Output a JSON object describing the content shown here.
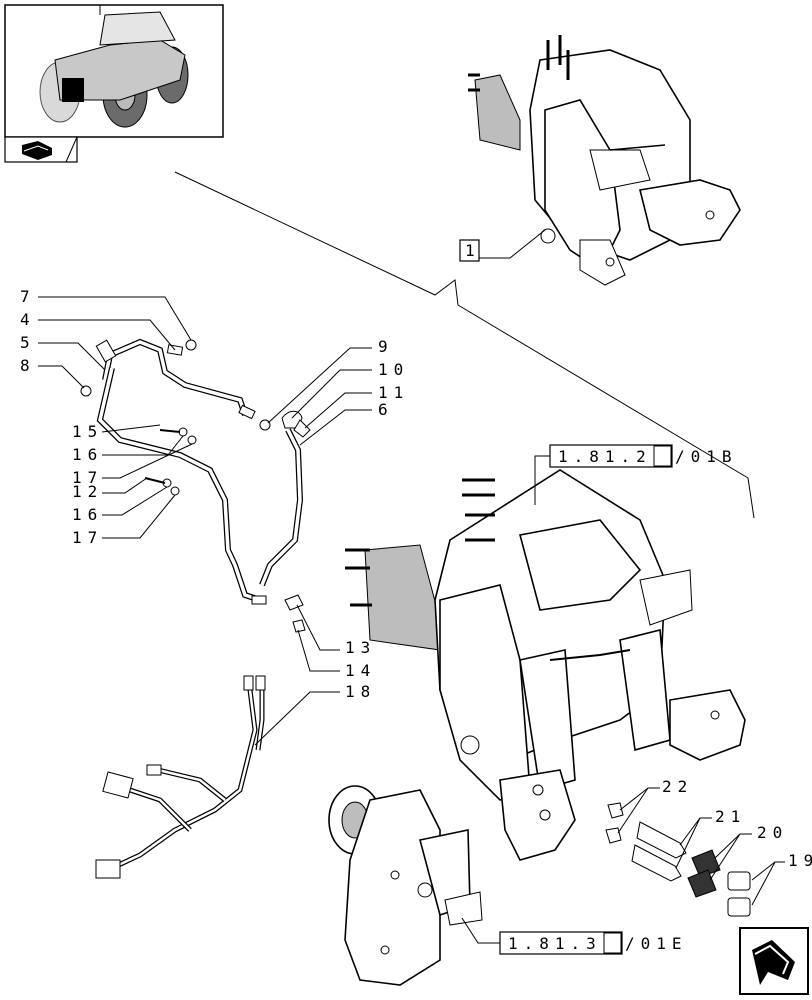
{
  "callouts": {
    "c1": "1",
    "c4": "4",
    "c5": "5",
    "c6": "6",
    "c7": "7",
    "c8": "8",
    "c9": "9",
    "c10": "10",
    "c11": "11",
    "c12": "12",
    "c13": "13",
    "c14": "14",
    "c15": "15",
    "c16a": "16",
    "c16b": "16",
    "c17a": "17",
    "c17b": "17",
    "c18": "18",
    "c19": "19",
    "c20": "20",
    "c21": "21",
    "c22": "22"
  },
  "references": {
    "ref_top_a": "1.81.2",
    "ref_top_b": "/01B",
    "ref_bottom_a": "1.81.3",
    "ref_bottom_b": "/01E"
  },
  "icons": {
    "thumbnail": "tractor-thumbnail-icon",
    "book": "book-icon",
    "next_page": "next-page-arrow-icon"
  }
}
